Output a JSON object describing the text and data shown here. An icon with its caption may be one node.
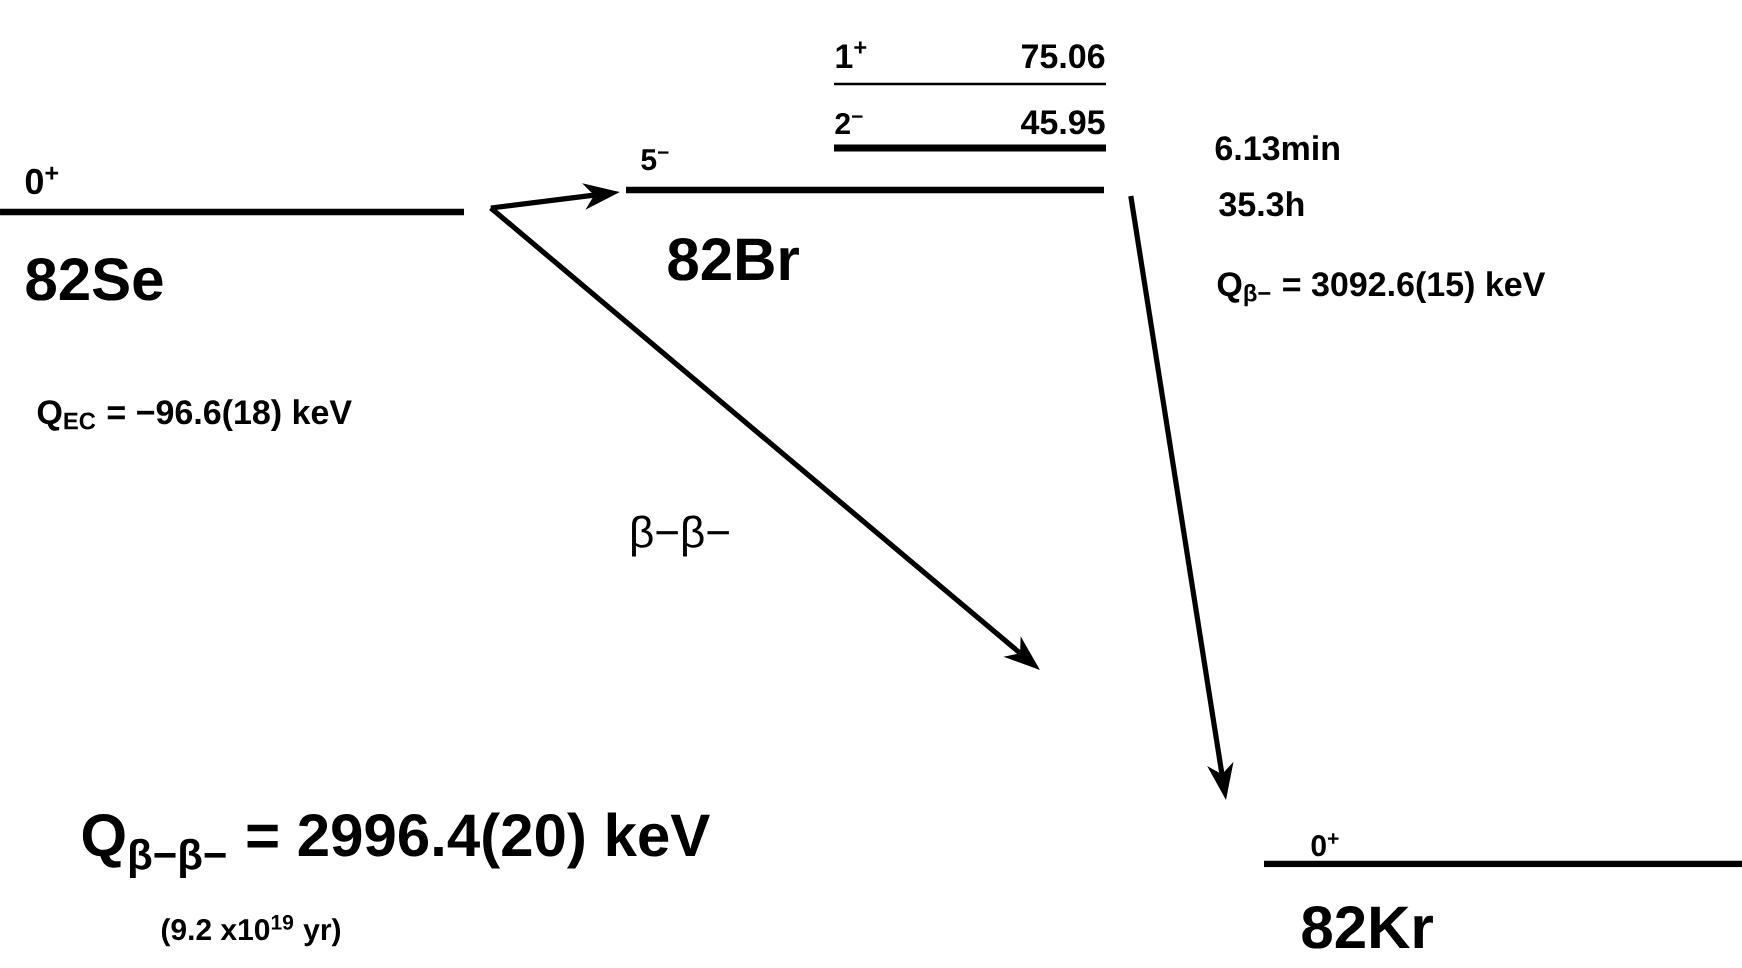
{
  "diagram": {
    "nodes": [
      {
        "text": [
          "0$^{+}$",
          "82Se"
        ]
      },
      {
        "text": [
          "5$^{−}$",
          "82Br"
        ]
      },
      {
        "text": [
          "2$^{−}$",
          "45.95"
        ]
      },
      {
        "text": [
          "1$^{+}$",
          "75.06"
        ]
      },
      {
        "text": [
          "0$^{+}$",
          "82Kr"
        ]
      }
    ],
    "edges": [
      {
        "from": 0,
        "to": 1,
        "arrow": "to"
      },
      {
        "from": 0,
        "to": null,
        "arrow": "to",
        "label": "β−β−"
      },
      {
        "from": 1,
        "to": 4,
        "arrow": "to"
      }
    ],
    "labels": [
      "Q$_{EC}$ = −96.6(18) keV",
      "6.13min",
      "35.3h",
      "Q$_{β−}$ = 3092.6(15) keV",
      "Q$_{β−β−}$ = 2996.4(20) keV",
      "(9.2 x10$^{19}$ yr)"
    ]
  }
}
